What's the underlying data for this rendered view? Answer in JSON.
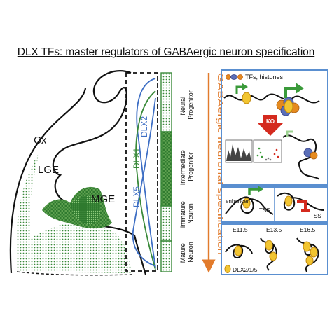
{
  "title": "DLX TFs: master regulators of GABAergic neuron specification",
  "brain": {
    "cx": "Cx",
    "lge": "LGE",
    "mge": "MGE"
  },
  "expression": {
    "dlx2": "DLX2",
    "dlx1": "DLX1",
    "dlx5": "DLX5"
  },
  "stages": {
    "neural_progenitor": [
      "Neural",
      "Progenitor"
    ],
    "intermediate_progenitor": [
      "Intermediate",
      "Progenitor"
    ],
    "immature_neuron": [
      "Immature",
      "Neuron"
    ],
    "mature_neuron": [
      "Mature",
      "Neuron"
    ]
  },
  "arrow_label": "GABAergic neuronal specification",
  "panels": {
    "top": {
      "tfs_histones": "TFs, histones",
      "ko": "KO"
    },
    "middle": {
      "enhancer": "enhancer",
      "tss_left": "TSS",
      "tss_right": "TSS"
    },
    "bottom": {
      "e11": "E11.5",
      "e13": "E13.5",
      "e16": "E16.5",
      "legend": "DLX2/1/5"
    }
  },
  "colors": {
    "green_dark": "#3a8a3a",
    "green_light": "#7fbf6a",
    "blue_line": "#3d6ec4",
    "orange_arrow": "#e27b2c",
    "panel_border": "#5a8fd0",
    "ko_red": "#d42a1e",
    "dlx_yellow": "#f2c531",
    "dlx_orange": "#e58a1f"
  }
}
